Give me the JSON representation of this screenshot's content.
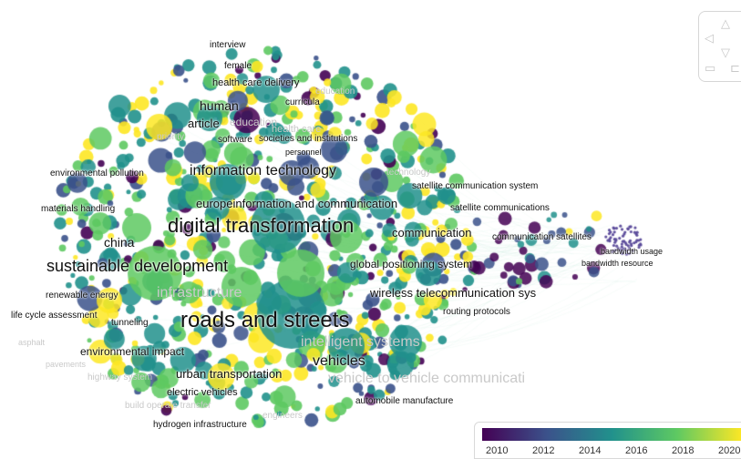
{
  "colors": {
    "scale": [
      "#440154",
      "#3b528b",
      "#21918c",
      "#5ec962",
      "#fde725"
    ],
    "edge": "#9fd8c8"
  },
  "legend": {
    "years": [
      "2010",
      "2012",
      "2014",
      "2016",
      "2018",
      "2020"
    ]
  },
  "navigation": {
    "up": "△",
    "left": "◁",
    "down": "▽",
    "zoom_out": "▭",
    "zoom_in": "⊏"
  },
  "labels": [
    {
      "text": "interview",
      "size": 10
    },
    {
      "text": "female",
      "size": 10
    },
    {
      "text": "health care delivery",
      "size": 11
    },
    {
      "text": "education",
      "size": 10,
      "faded": true
    },
    {
      "text": "human",
      "size": 14
    },
    {
      "text": "curricula",
      "size": 10
    },
    {
      "text": "education",
      "size": 12,
      "faded": true
    },
    {
      "text": "article",
      "size": 13
    },
    {
      "text": "health care",
      "size": 11,
      "faded": true
    },
    {
      "text": "priority",
      "size": 10,
      "faded": true
    },
    {
      "text": "software",
      "size": 10
    },
    {
      "text": "societies and institutions",
      "size": 10
    },
    {
      "text": "personnel",
      "size": 9
    },
    {
      "text": "information technology",
      "size": 16
    },
    {
      "text": "technology",
      "size": 10,
      "faded": true
    },
    {
      "text": "environmental pollution",
      "size": 10
    },
    {
      "text": "satellite communication system",
      "size": 10
    },
    {
      "text": "europeinformation and communication",
      "size": 13
    },
    {
      "text": "materials handling",
      "size": 10
    },
    {
      "text": "satellite communications",
      "size": 10
    },
    {
      "text": "digital transformation",
      "size": 22
    },
    {
      "text": "communication",
      "size": 13
    },
    {
      "text": "communication satellites",
      "size": 10
    },
    {
      "text": "bandwidth usage",
      "size": 9
    },
    {
      "text": "china",
      "size": 14
    },
    {
      "text": "sustainable development",
      "size": 18
    },
    {
      "text": "global positioning system",
      "size": 12
    },
    {
      "text": "bandwidth resource",
      "size": 9
    },
    {
      "text": "renewable energy",
      "size": 10
    },
    {
      "text": "infrastructure",
      "size": 16,
      "faded": true
    },
    {
      "text": "wireless telecommunication sys",
      "size": 13
    },
    {
      "text": "routing protocols",
      "size": 10
    },
    {
      "text": "life cycle assessment",
      "size": 10
    },
    {
      "text": "tunneling",
      "size": 10
    },
    {
      "text": "roads and streets",
      "size": 24
    },
    {
      "text": "intelligent systems",
      "size": 16,
      "faded": true
    },
    {
      "text": "asphalt",
      "size": 9,
      "faded": true
    },
    {
      "text": "environmental impact",
      "size": 12
    },
    {
      "text": "pavements",
      "size": 9,
      "faded": true
    },
    {
      "text": "vehicles",
      "size": 16
    },
    {
      "text": "highway system",
      "size": 10,
      "faded": true
    },
    {
      "text": "urban transportation",
      "size": 13
    },
    {
      "text": "vehicle to vehicle communicati",
      "size": 16,
      "faded": true
    },
    {
      "text": "electric vehicles",
      "size": 11
    },
    {
      "text": "automobile manufacture",
      "size": 10
    },
    {
      "text": "build operate transfer",
      "size": 10,
      "faded": true
    },
    {
      "text": "engineers",
      "size": 10,
      "faded": true
    },
    {
      "text": "hydrogen infrastructure",
      "size": 10
    }
  ]
}
